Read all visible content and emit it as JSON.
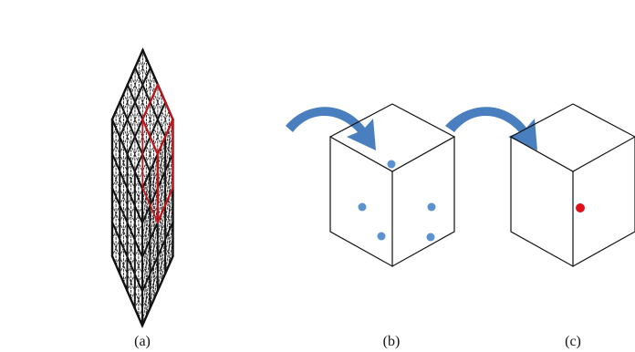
{
  "panels": [
    {
      "id": "a",
      "caption": "(a)"
    },
    {
      "id": "b",
      "caption": "(b)"
    },
    {
      "id": "c",
      "caption": "(c)"
    }
  ],
  "colors": {
    "line": "#111111",
    "dashed_grid": "#222222",
    "highlight": "#c0141a",
    "arrow": "#4a7fbf",
    "point_blue": "#5b93d1",
    "point_red": "#e0101a"
  },
  "grid": {
    "subdivisions": 8,
    "block_subdivisions": 2
  },
  "cube_b": {
    "point_count": 5
  },
  "cube_c": {
    "point_count": 1
  }
}
